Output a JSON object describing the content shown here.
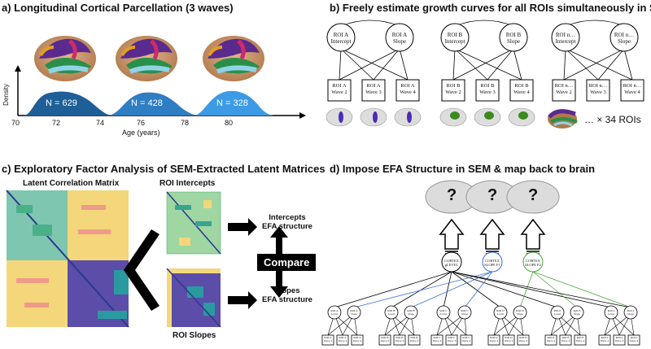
{
  "panels": {
    "a": {
      "title": "a) Longitudinal Cortical Parcellation (3 waves)",
      "ylabel": "Density",
      "xlabel": "Age (years)",
      "ticks": [
        "70",
        "72",
        "74",
        "76",
        "78",
        "80"
      ],
      "waves": [
        {
          "label": "N = 629",
          "color": "#1e5f97"
        },
        {
          "label": "N = 428",
          "color": "#2f7dc2"
        },
        {
          "label": "N = 328",
          "color": "#3d9be5"
        }
      ]
    },
    "b": {
      "title": "b) Freely estimate growth curves for all ROIs simultaneously in SEM",
      "roi_groups": [
        {
          "intercept": [
            "ROI A",
            "Intercept"
          ],
          "slope": [
            "ROI A",
            "Slope"
          ],
          "boxes": [
            [
              "ROI A",
              "Wave 2"
            ],
            [
              "ROI A",
              "Wave 3"
            ],
            [
              "ROI A",
              "Wave 4"
            ]
          ],
          "color": "#4b2bb8"
        },
        {
          "intercept": [
            "ROI B",
            "Intercept"
          ],
          "slope": [
            "ROI B",
            "Slope"
          ],
          "boxes": [
            [
              "ROI B",
              "Wave 2"
            ],
            [
              "ROI B",
              "Wave 3"
            ],
            [
              "ROI B",
              "Wave 4"
            ]
          ],
          "color": "#3a8a1e"
        },
        {
          "intercept": [
            "ROI n…",
            "Intercept"
          ],
          "slope": [
            "ROI n…",
            "Slope"
          ],
          "boxes": [
            [
              "ROI n…",
              "Wave 2"
            ],
            [
              "ROI n…",
              "Wave 3"
            ],
            [
              "ROI n…",
              "Wave 4"
            ]
          ],
          "color": ""
        }
      ],
      "roi_count_text": "… × 34 ROIs"
    },
    "c": {
      "title": "c) Exploratory Factor Analysis of SEM-Extracted Latent Matrices",
      "matrix_label": "Latent Correlation Matrix",
      "intercepts_label": "ROI Intercepts",
      "slopes_label": "ROI Slopes",
      "compare_label": "Compare",
      "intercepts_efa": [
        "Intercepts",
        "EFA structure"
      ],
      "slopes_efa": [
        "Slopes",
        "EFA structure"
      ]
    },
    "d": {
      "title": "d) Impose EFA Structure in SEM & map back to brain",
      "question_mark": "?",
      "factor_labels": [
        [
          "CORTEX",
          "gLEVEL"
        ],
        [
          "CORTEX",
          "SLOPE F1"
        ],
        [
          "CORTEX",
          "SLOPE F2"
        ]
      ],
      "roi_latents": [
        [
          "ROI A",
          "Level"
        ],
        [
          "ROI A",
          "Slope"
        ],
        [
          "ROI B",
          "Level"
        ],
        [
          "ROI B",
          "Slope"
        ],
        [
          "ROI C",
          "Level"
        ],
        [
          "ROI C",
          "Slope"
        ],
        [
          "ROI D",
          "Level"
        ],
        [
          "ROI D",
          "Slope"
        ],
        [
          "ROI E",
          "Level"
        ],
        [
          "ROI E",
          "Slope"
        ],
        [
          "ROI n",
          "Level"
        ],
        [
          "ROI n",
          "Slope"
        ]
      ],
      "roi_waves": [
        "Wave 2",
        "Wave 3",
        "Wave 4"
      ],
      "roi_wave_names": [
        "ROI A",
        "ROI B",
        "ROI C",
        "ROI D",
        "ROI E",
        "ROI n"
      ]
    }
  },
  "colors": {
    "wave_dark": "#1e5f97",
    "wave_mid": "#2f7dc2",
    "wave_light": "#3d9be5",
    "blue_path": "#3a6fd8",
    "green_path": "#4aa63a",
    "matrix_teal": "#3aa38f",
    "matrix_yellow": "#f0d66a",
    "matrix_purple": "#5b4da8"
  }
}
